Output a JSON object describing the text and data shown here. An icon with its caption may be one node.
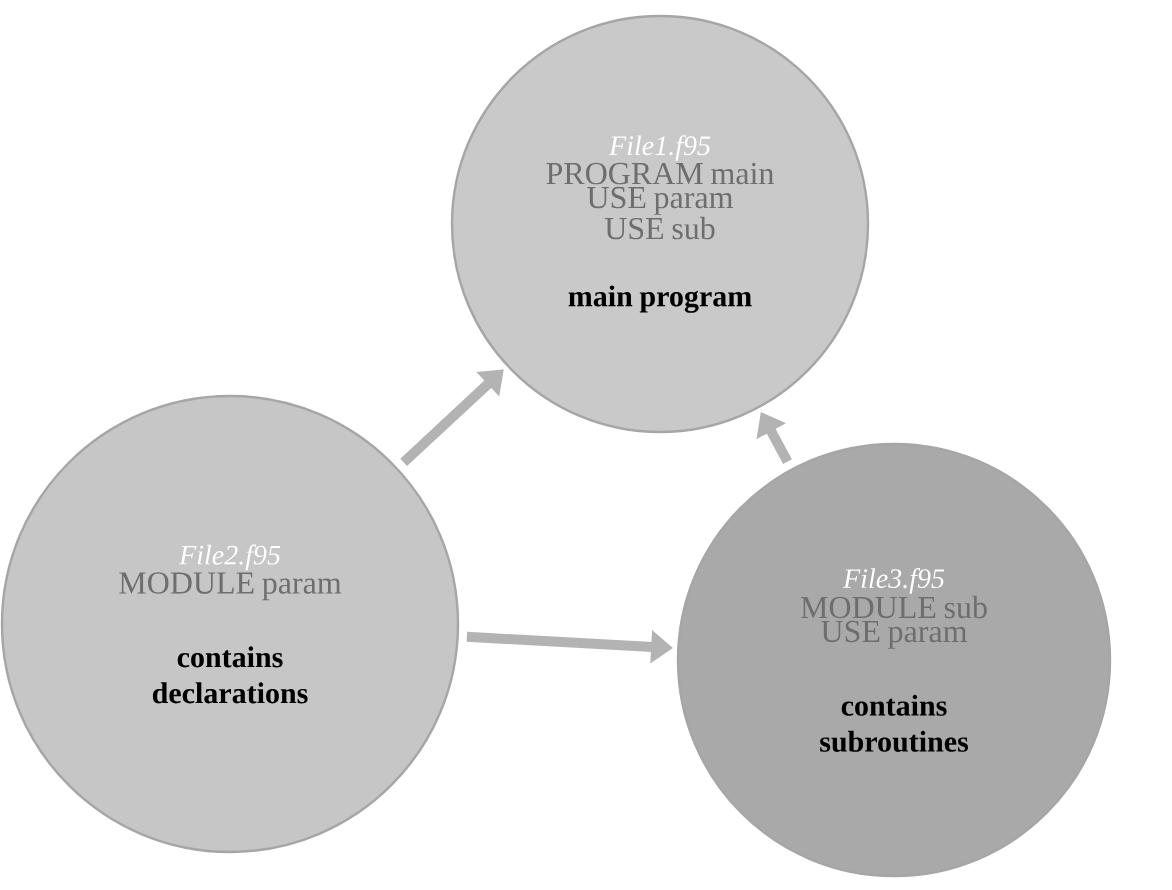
{
  "diagram": {
    "nodes": [
      {
        "text": [
          "File1.f95",
          "PROGRAM main",
          "USE param",
          "USE sub",
          "main program"
        ]
      },
      {
        "text": [
          "File2.f95",
          "MODULE param",
          "contains declarations"
        ]
      },
      {
        "text": [
          "File3.f95",
          "MODULE sub",
          "USE param",
          "contains subroutines"
        ]
      }
    ],
    "edges": [
      {
        "from": 1,
        "to": 0,
        "arrow": "to"
      },
      {
        "from": 2,
        "to": 0,
        "arrow": "to"
      },
      {
        "from": 1,
        "to": 2,
        "arrow": "to"
      }
    ]
  }
}
